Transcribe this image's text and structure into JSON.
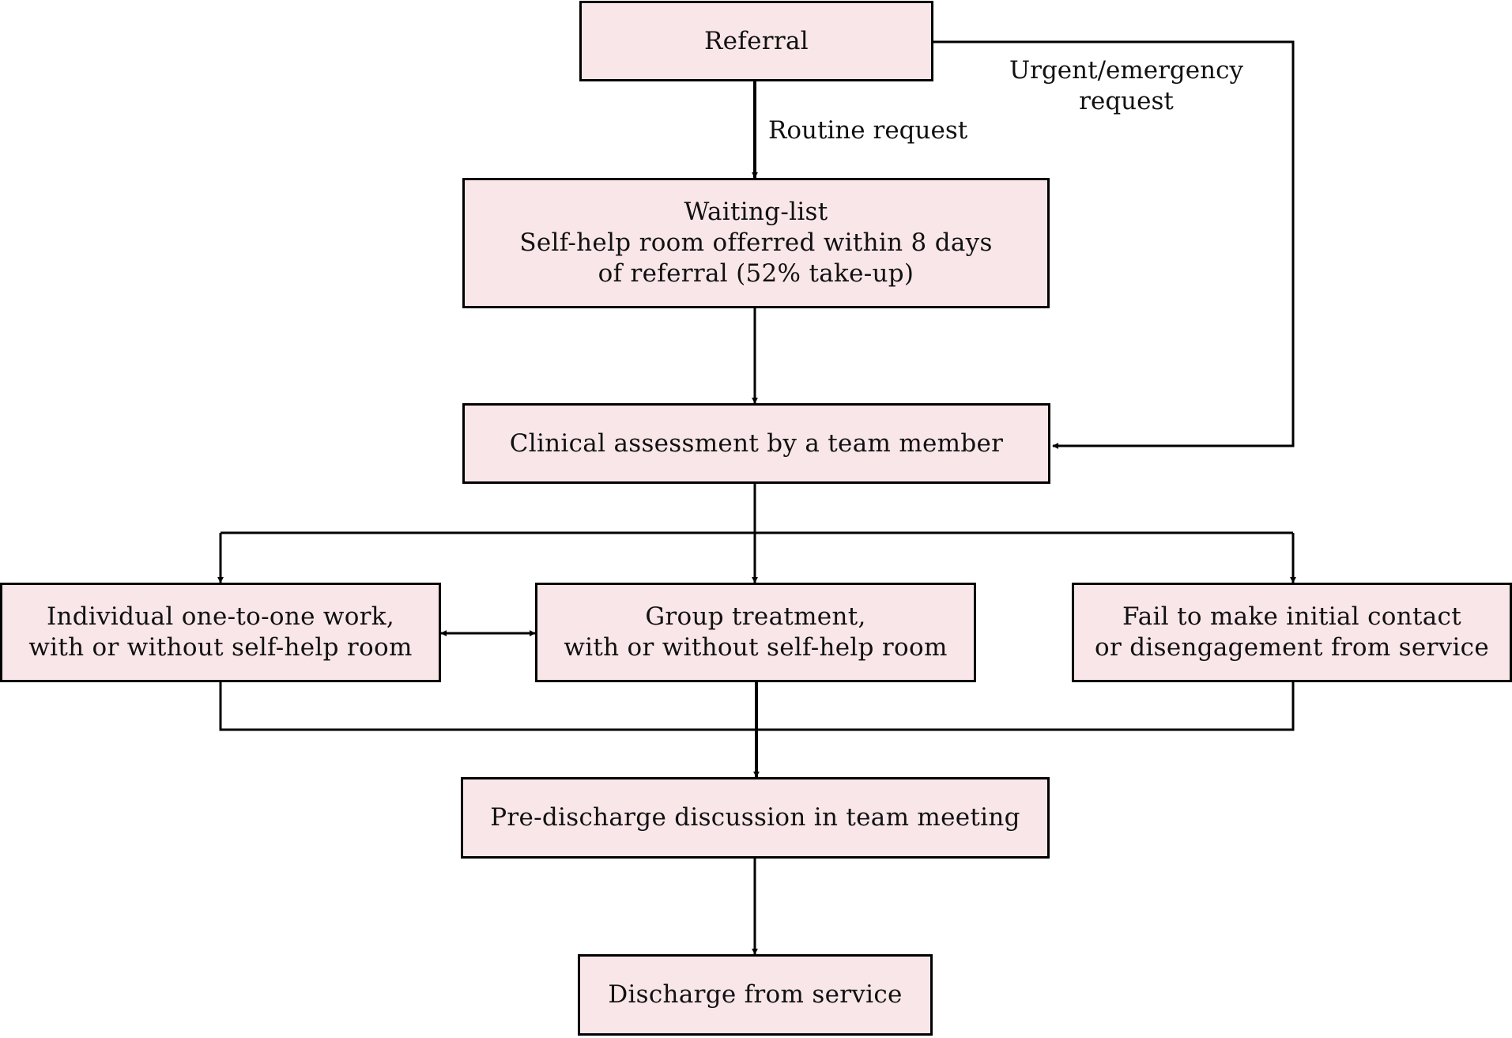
{
  "colors": {
    "box_fill": "#f9e6e9",
    "stroke": "#000000"
  },
  "nodes": {
    "referral": {
      "lines": [
        "Referral"
      ]
    },
    "waiting_list": {
      "lines": [
        "Waiting-list",
        "Self-help room offerred within 8 days",
        "of referral (52% take-up)"
      ]
    },
    "assessment": {
      "lines": [
        "Clinical assessment by a team member"
      ]
    },
    "individual": {
      "lines": [
        "Individual one-to-one work,",
        "with or without self-help room"
      ]
    },
    "group": {
      "lines": [
        "Group treatment,",
        "with or without self-help room"
      ]
    },
    "fail": {
      "lines": [
        "Fail to make initial contact",
        "or disengagement from service"
      ]
    },
    "pre_discharge": {
      "lines": [
        "Pre-discharge discussion in team meeting"
      ]
    },
    "discharge": {
      "lines": [
        "Discharge from service"
      ]
    }
  },
  "edge_labels": {
    "routine": "Routine request",
    "urgent": [
      "Urgent/emergency",
      "request"
    ]
  }
}
